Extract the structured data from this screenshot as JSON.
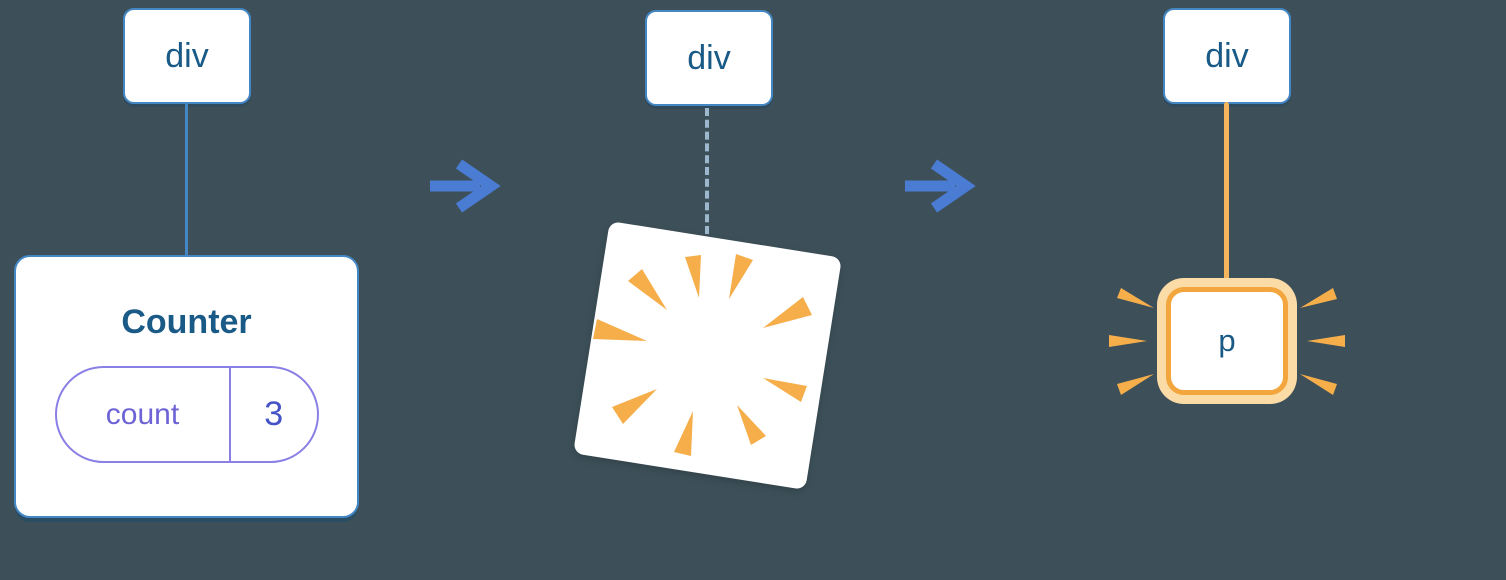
{
  "diagram": {
    "stages": [
      {
        "root_label": "div",
        "component_label": "Counter",
        "state_key": "count",
        "state_value": "3"
      },
      {
        "root_label": "div"
      },
      {
        "root_label": "div",
        "child_label": "p"
      }
    ],
    "icons": {
      "arrow": "right-arrow-icon",
      "poof": "poof-burst-icon",
      "sparkle": "highlight-sparkles-icon"
    },
    "colors": {
      "background": "#3d5059",
      "node_border_blue": "#4487c5",
      "node_text_blue": "#1a5a87",
      "edge_dashed_gray_blue": "#9db7cd",
      "arrow_blue": "#4a7cd4",
      "pill_border_purple": "#8a7fe4",
      "pill_key_text_purple": "#6d63d4",
      "pill_value_text_indigo": "#4553c6",
      "orange": "#f6ae4a",
      "orange_light_glow": "#fbdba6",
      "card_background": "#ffffff"
    }
  }
}
